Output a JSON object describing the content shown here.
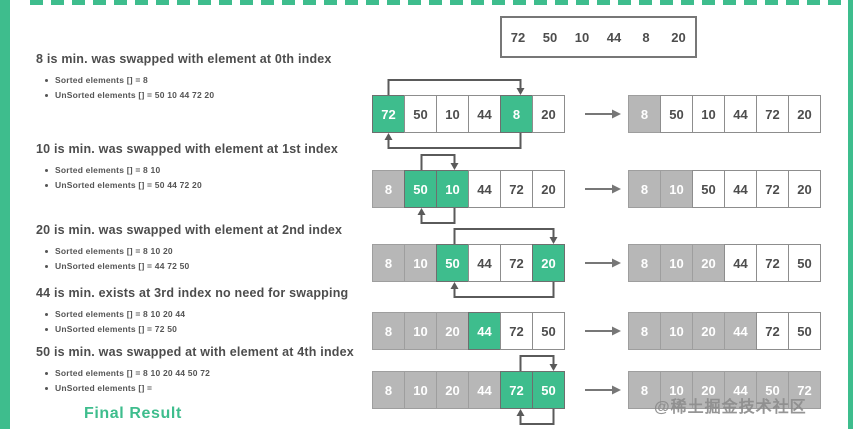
{
  "watermark": "@稀土掘金技术社区",
  "final_result_label": "Final Result",
  "colors": {
    "green": "#3ebd8d",
    "gray": "#b7b7b7",
    "arrow": "#5a5a5a",
    "flow_arrow": "#777777",
    "heading_text": "#4d4d4d"
  },
  "top_array": [
    "72",
    "50",
    "10",
    "44",
    "8",
    "20"
  ],
  "steps": [
    {
      "heading": "8 is min. was swapped with element at 0th index",
      "bullets": [
        "Sorted elements [] = 8",
        "UnSorted elements [] = 50 10 44 72 20"
      ],
      "left": [
        {
          "v": "72",
          "s": "green"
        },
        {
          "v": "50",
          "s": "white"
        },
        {
          "v": "10",
          "s": "white"
        },
        {
          "v": "44",
          "s": "white"
        },
        {
          "v": "8",
          "s": "green"
        },
        {
          "v": "20",
          "s": "white"
        }
      ],
      "right": [
        {
          "v": "8",
          "s": "gray"
        },
        {
          "v": "50",
          "s": "white"
        },
        {
          "v": "10",
          "s": "white"
        },
        {
          "v": "44",
          "s": "white"
        },
        {
          "v": "72",
          "s": "white"
        },
        {
          "v": "20",
          "s": "white"
        }
      ],
      "swap": [
        0,
        4
      ]
    },
    {
      "heading": "10 is min. was swapped with element at 1st index",
      "bullets": [
        "Sorted elements [] = 8 10",
        "UnSorted elements [] = 50 44 72 20"
      ],
      "left": [
        {
          "v": "8",
          "s": "gray"
        },
        {
          "v": "50",
          "s": "green"
        },
        {
          "v": "10",
          "s": "green"
        },
        {
          "v": "44",
          "s": "white"
        },
        {
          "v": "72",
          "s": "white"
        },
        {
          "v": "20",
          "s": "white"
        }
      ],
      "right": [
        {
          "v": "8",
          "s": "gray"
        },
        {
          "v": "10",
          "s": "gray"
        },
        {
          "v": "50",
          "s": "white"
        },
        {
          "v": "44",
          "s": "white"
        },
        {
          "v": "72",
          "s": "white"
        },
        {
          "v": "20",
          "s": "white"
        }
      ],
      "swap": [
        1,
        2
      ]
    },
    {
      "heading": "20 is min. was swapped with element at 2nd index",
      "bullets": [
        "Sorted elements [] = 8 10 20",
        "UnSorted elements [] = 44 72 50"
      ],
      "left": [
        {
          "v": "8",
          "s": "gray"
        },
        {
          "v": "10",
          "s": "gray"
        },
        {
          "v": "50",
          "s": "green"
        },
        {
          "v": "44",
          "s": "white"
        },
        {
          "v": "72",
          "s": "white"
        },
        {
          "v": "20",
          "s": "green"
        }
      ],
      "right": [
        {
          "v": "8",
          "s": "gray"
        },
        {
          "v": "10",
          "s": "gray"
        },
        {
          "v": "20",
          "s": "gray"
        },
        {
          "v": "44",
          "s": "white"
        },
        {
          "v": "72",
          "s": "white"
        },
        {
          "v": "50",
          "s": "white"
        }
      ],
      "swap": [
        2,
        5
      ]
    },
    {
      "heading": "44 is min. exists at 3rd index no need for swapping",
      "bullets": [
        "Sorted elements [] = 8 10 20 44",
        "UnSorted elements [] = 72 50"
      ],
      "left": [
        {
          "v": "8",
          "s": "gray"
        },
        {
          "v": "10",
          "s": "gray"
        },
        {
          "v": "20",
          "s": "gray"
        },
        {
          "v": "44",
          "s": "green"
        },
        {
          "v": "72",
          "s": "white"
        },
        {
          "v": "50",
          "s": "white"
        }
      ],
      "right": [
        {
          "v": "8",
          "s": "gray"
        },
        {
          "v": "10",
          "s": "gray"
        },
        {
          "v": "20",
          "s": "gray"
        },
        {
          "v": "44",
          "s": "gray"
        },
        {
          "v": "72",
          "s": "white"
        },
        {
          "v": "50",
          "s": "white"
        }
      ],
      "swap": null
    },
    {
      "heading": "50 is min. was swapped at with element at 4th index",
      "bullets": [
        "Sorted elements [] = 8 10 20 44 50 72",
        "UnSorted elements [] ="
      ],
      "left": [
        {
          "v": "8",
          "s": "gray"
        },
        {
          "v": "10",
          "s": "gray"
        },
        {
          "v": "20",
          "s": "gray"
        },
        {
          "v": "44",
          "s": "gray"
        },
        {
          "v": "72",
          "s": "green"
        },
        {
          "v": "50",
          "s": "green"
        }
      ],
      "right": [
        {
          "v": "8",
          "s": "gray"
        },
        {
          "v": "10",
          "s": "gray"
        },
        {
          "v": "20",
          "s": "gray"
        },
        {
          "v": "44",
          "s": "gray"
        },
        {
          "v": "50",
          "s": "gray"
        },
        {
          "v": "72",
          "s": "gray"
        }
      ],
      "swap": [
        4,
        5
      ]
    }
  ]
}
